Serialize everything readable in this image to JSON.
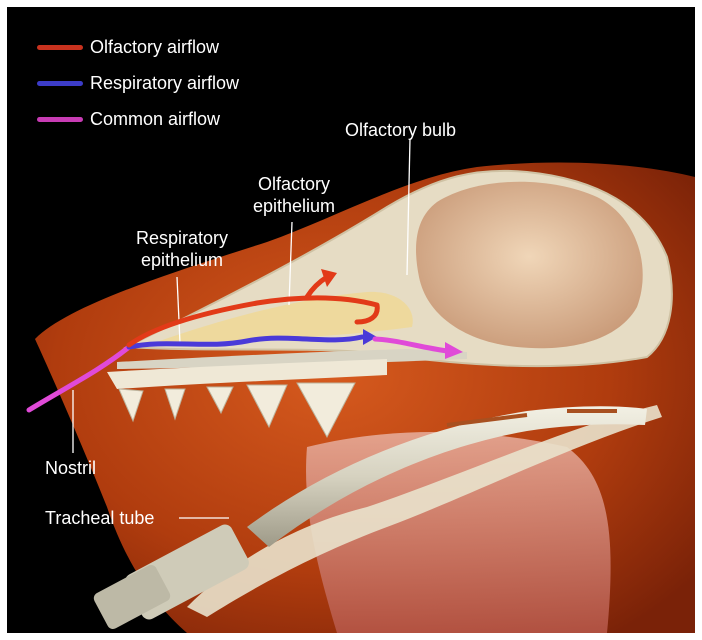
{
  "legend": [
    {
      "label": "Olfactory airflow",
      "color": "#c8321e"
    },
    {
      "label": "Respiratory airflow",
      "color": "#3c3cc8"
    },
    {
      "label": "Common airflow",
      "color": "#c83cb4"
    }
  ],
  "labels": {
    "olfactory_bulb": "Olfactory bulb",
    "olfactory_epithelium_line1": "Olfactory",
    "olfactory_epithelium_line2": "epithelium",
    "respiratory_epithelium_line1": "Respiratory",
    "respiratory_epithelium_line2": "epithelium",
    "nostril": "Nostril",
    "tracheal_tube": "Tracheal tube"
  },
  "colors": {
    "background": "#000000",
    "tissue": "#b8400f",
    "bone": "#e8dcc2",
    "olfactory_arrow": "#e23a18",
    "respiratory_arrow": "#4a3ad8",
    "common_arrow": "#e04ad8"
  }
}
